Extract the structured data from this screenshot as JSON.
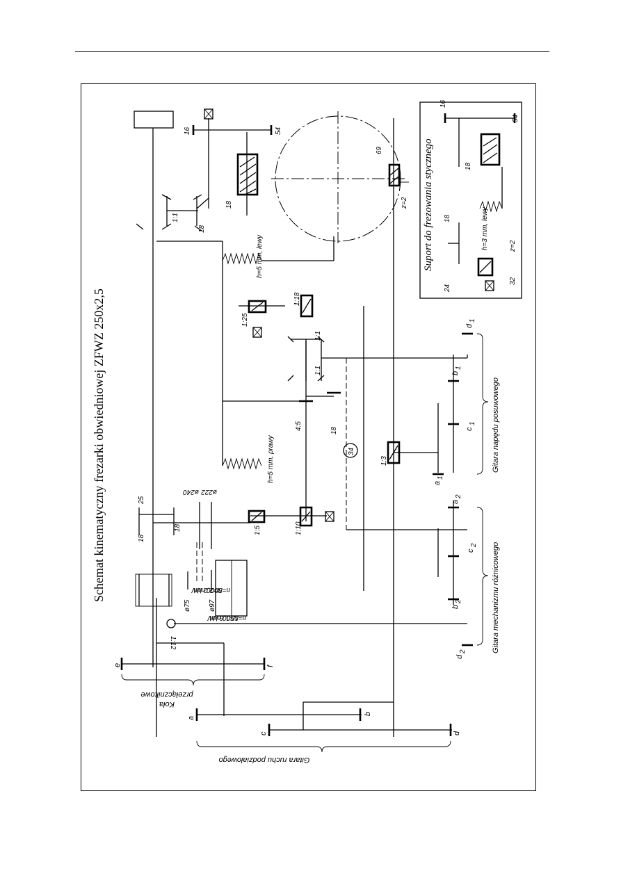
{
  "title": "Schemat kinematyczny frezarki obwiedniowej  ZFWZ 250x2,5",
  "inset": {
    "title": "Suport do frezowania stycznego",
    "labels": [
      "16",
      "54",
      "18",
      "18",
      "24",
      "h=3 mm, lewy",
      "z=2",
      "32"
    ]
  },
  "groups": {
    "gitara_podzialowego": "Gitara ruchu podziałowego",
    "kola_przelacznikowe_1": "Koła",
    "kola_przelacznikowe_2": "przełącznikowe",
    "gitara_rozniczkowego": "Gitara mechanizmu różnicowego",
    "gitara_posuwowego": "Gitara napędu posuwowego"
  },
  "motors": {
    "motor1_power": "N=1,6 kW",
    "motor1_speed": "n=1500 min",
    "motor2_power": "N=2,2 kW",
    "motor2_speed": "n=3000 min",
    "exp": "-1"
  },
  "pulleys": [
    "ø97",
    "ø75",
    "ø222",
    "ø240"
  ],
  "ratios": [
    "1:12",
    "1:5",
    "1:10",
    "4:5",
    "1:1",
    "1:1",
    "1:1",
    "1:25",
    "1:18",
    "1:3"
  ],
  "teeth": [
    "25",
    "18",
    "18",
    "18",
    "18",
    "16",
    "54",
    "18",
    "69"
  ],
  "worm_labels": {
    "prawy": "h=5 mm, prawy",
    "lewy": "h=5 mm, lewy",
    "z2": "z=2",
    "circle34": "34"
  },
  "gears": {
    "a": "a",
    "b": "b",
    "c": "c",
    "d": "d",
    "e": "e",
    "f": "f",
    "a1": "a",
    "a1_sub": "1",
    "b1": "b",
    "b1_sub": "1",
    "c1": "c",
    "c1_sub": "1",
    "d1": "d",
    "d1_sub": "1",
    "a2": "a",
    "a2_sub": "2",
    "b2": "b",
    "b2_sub": "2",
    "c2": "c",
    "c2_sub": "2",
    "d2": "d",
    "d2_sub": "2"
  }
}
